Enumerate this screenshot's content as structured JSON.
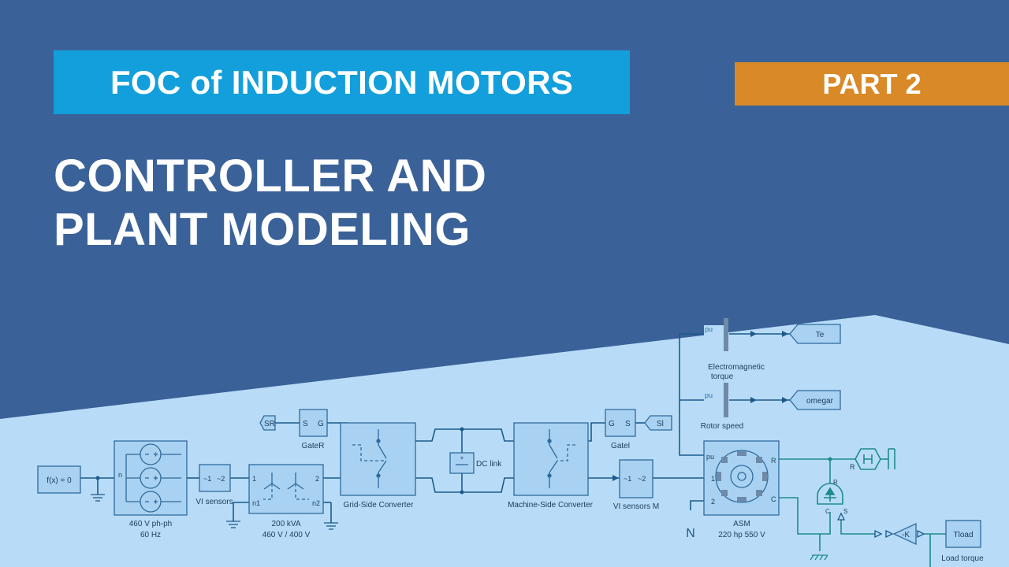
{
  "banner": {
    "title": "FOC of INDUCTION MOTORS",
    "part": "PART 2"
  },
  "heading": {
    "line1": "CONTROLLER AND",
    "line2": "PLANT MODELING"
  },
  "colors": {
    "background": "#3a6298",
    "diagram_bg": "#b8dcf8",
    "title_bar": "#129fdb",
    "part_bar": "#d98927",
    "wire": "#1c5a8c",
    "block_fill": "#a9d2f2",
    "block_stroke": "#2f6a9b"
  },
  "diagram": {
    "constant": "f(x) = 0",
    "source_neutral": "n",
    "source_label_1": "460 V ph-ph",
    "source_label_2": "60 Hz",
    "vi_sensors": "VI sensors",
    "vi_in": "~1",
    "vi_out": "~2",
    "transformer_port_1": "1",
    "transformer_port_2": "2",
    "transformer_n1": "n1",
    "transformer_n2": "n2",
    "transformer_label_1": "200 kVA",
    "transformer_label_2": "460 V / 400 V",
    "goto_sr": "SR",
    "gate_r": "GateR",
    "gate_s": "S",
    "gate_g": "G",
    "grid_converter": "Grid-Side Converter",
    "dc_link": "DC link",
    "machine_converter": "Machine-Side Converter",
    "vi_sensors_m": "VI sensors M",
    "gate_l": "Gatel",
    "goto_sl": "Sl",
    "electromagnetic_1": "Electromagnetic",
    "electromagnetic_2": "torque",
    "rotor_speed": "Rotor speed",
    "te_tag": "Te",
    "omegar_tag": "omegar",
    "pu": "pu",
    "asm_port_1": "1",
    "asm_port_2": "2",
    "asm_r": "R",
    "asm_c": "C",
    "asm_label_1": "ASM",
    "asm_label_2": "220 hp 550 V",
    "neutral_n": "N",
    "gain": "-K",
    "tload": "Tload",
    "load_torque": "Load torque",
    "sensor_r": "R",
    "sensor_c": "C",
    "sensor_s": "S",
    "sensor_plus": "+",
    "sensor_minus": "-"
  }
}
